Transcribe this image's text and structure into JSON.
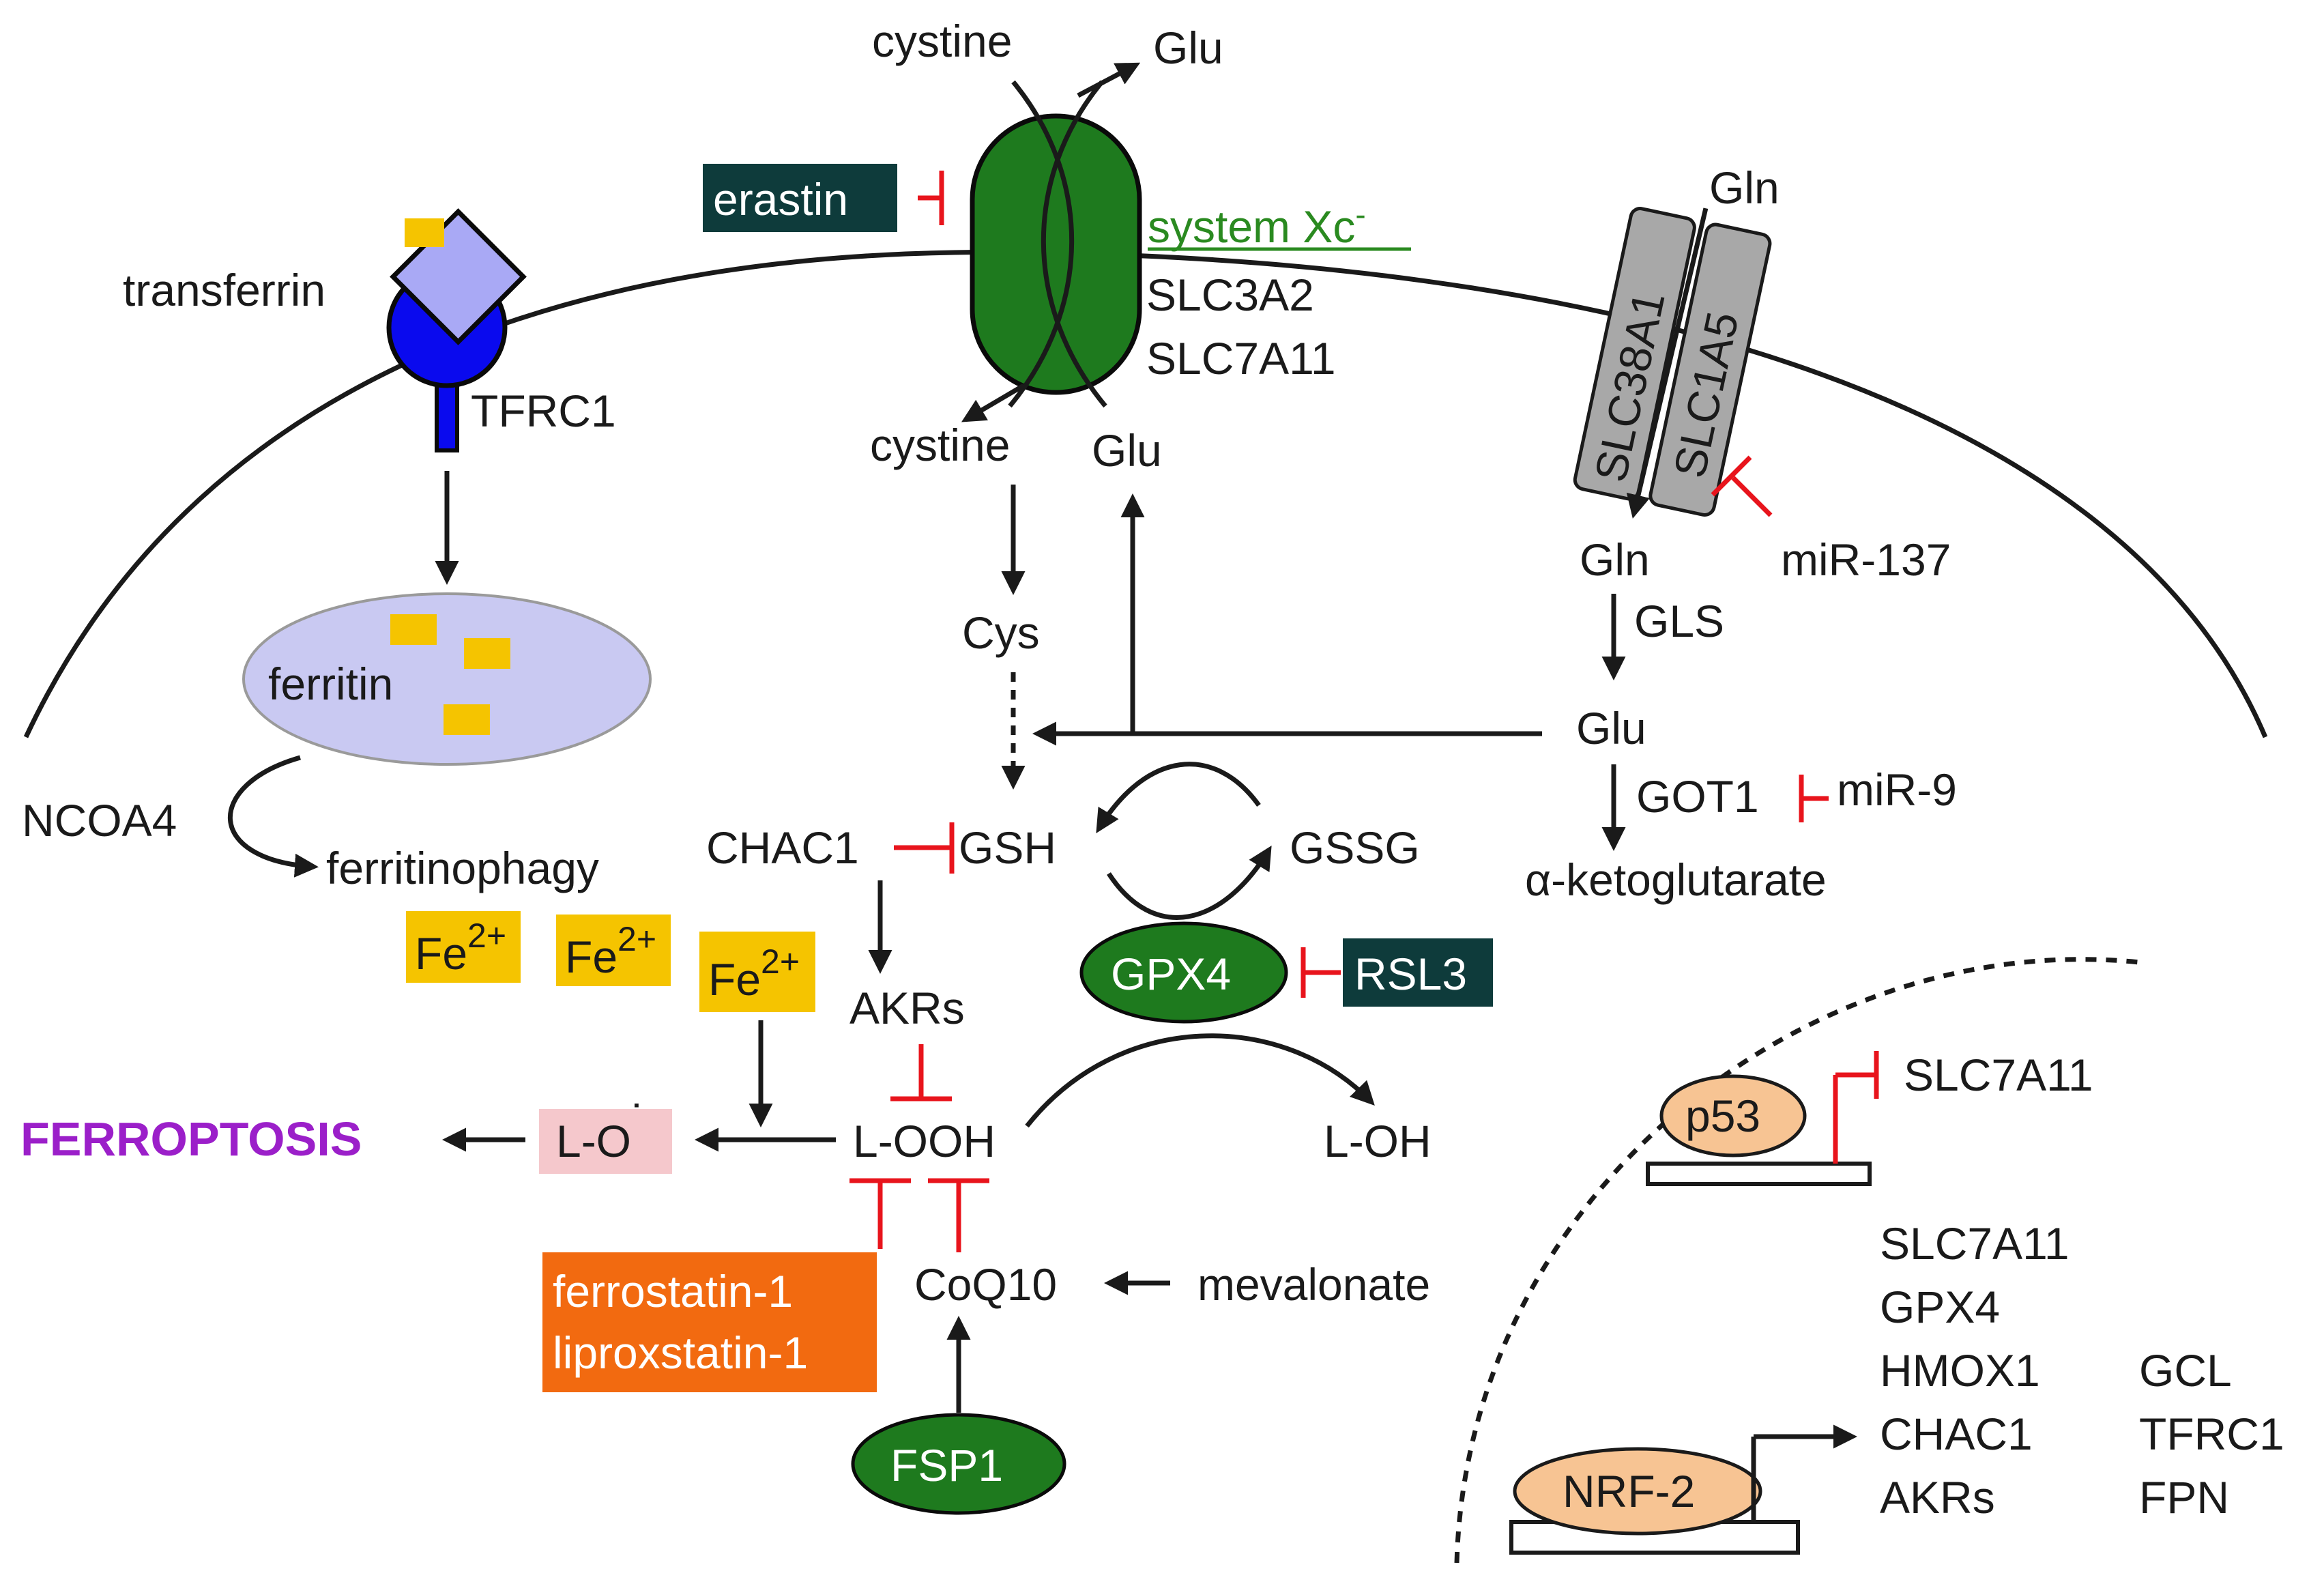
{
  "labels": {
    "cystine_out": "cystine",
    "glu_out": "Glu",
    "erastin": "erastin",
    "system_xc": "system Xc",
    "system_xc_sup": "-",
    "slc3a2": "SLC3A2",
    "slc7a11_transporter": "SLC7A11",
    "gln_out": "Gln",
    "slc38a1": "SLC38A1",
    "slc1a5": "SLC1A5",
    "transferrin": "transferrin",
    "tfrc1": "TFRC1",
    "cystine_in": "cystine",
    "glu_in": "Glu",
    "gln_in": "Gln",
    "mir137": "miR-137",
    "gls": "GLS",
    "ferritin": "ferritin",
    "cys": "Cys",
    "glu_mid": "Glu",
    "got1": "GOT1",
    "mir9": "miR-9",
    "akg": "α-ketoglutarate",
    "ncoa4": "NCOA4",
    "ferritinophagy": "ferritinophagy",
    "chac1": "CHAC1",
    "gsh": "GSH",
    "gssg": "GSSG",
    "fe": "Fe",
    "fe_sup": "2+",
    "akrs": "AKRs",
    "gpx4": "GPX4",
    "rsl3": "RSL3",
    "ferroptosis": "FERROPTOSIS",
    "lo": "L-O",
    "lo_dot": "˙",
    "looh": "L-OOH",
    "loh": "L-OH",
    "ferrostatin": "ferrostatin-1",
    "liproxstatin": "liproxstatin-1",
    "coq10": "CoQ10",
    "mevalonate": "mevalonate",
    "fsp1": "FSP1",
    "p53": "p53",
    "slc7a11_p53": "SLC7A11",
    "nrf2": "NRF-2"
  },
  "nrf2_targets_col1": [
    "SLC7A11",
    "GPX4",
    "HMOX1",
    "CHAC1",
    "AKRs"
  ],
  "nrf2_targets_col2": [
    "GCL",
    "TFRC1",
    "FPN"
  ],
  "colors": {
    "transporter_green": "#1e7a1e",
    "dark_teal_box": "#0e3b3b",
    "fe_yellow": "#f5c400",
    "ferritin_lavender": "#c9c9f2",
    "transferrin_blue": "#0a0aee",
    "orange_box": "#f26a10",
    "inhibitor_red": "#e8141c",
    "nucleus_peach": "#f7c493",
    "ferroptosis_purple": "#9b1fc9",
    "lo_pink": "#f5c8cc"
  }
}
